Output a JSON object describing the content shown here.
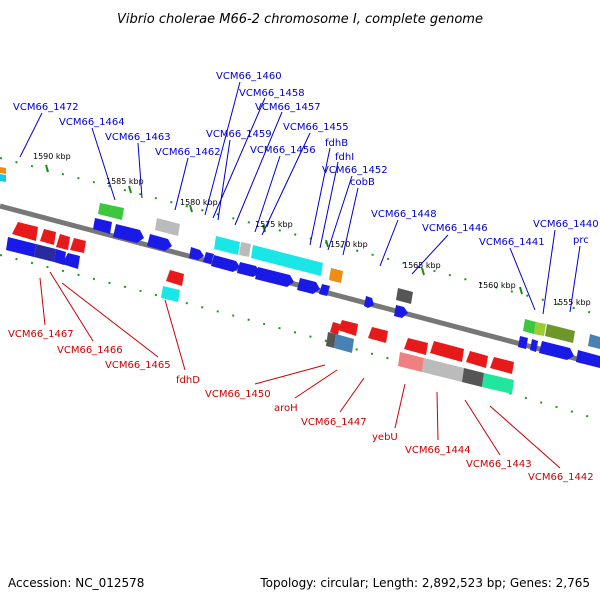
{
  "title": "Vibrio cholerae M66-2 chromosome I, complete genome",
  "accession": "Accession: NC_012578",
  "topology": "Topology: circular; Length: 2,892,523 bp; Genes: 2,765",
  "scale_labels": [
    "1590 kbp",
    "1585 kbp",
    "1580 kbp",
    "1575 kbp",
    "1570 kbp",
    "1565 kbp",
    "1560 kbp",
    "1555 kbp"
  ],
  "forward_labels": [
    "VCM66_1472",
    "VCM66_1464",
    "VCM66_1463",
    "VCM66_1462",
    "VCM66_1460",
    "VCM66_1458",
    "VCM66_1459",
    "VCM66_1457",
    "VCM66_1456",
    "VCM66_1455",
    "fdhB",
    "fdhI",
    "VCM66_1452",
    "cobB",
    "VCM66_1448",
    "VCM66_1446",
    "VCM66_1441",
    "VCM66_1440",
    "prc"
  ],
  "reverse_labels": [
    "VCM66_1467",
    "VCM66_1466",
    "VCM66_1465",
    "fdhD",
    "VCM66_1450",
    "aroH",
    "VCM66_1447",
    "yebU",
    "VCM66_1444",
    "VCM66_1443",
    "VCM66_1442"
  ],
  "colors": {
    "forward_label": "#0000cc",
    "reverse_label": "#cc0000",
    "backbone": "#777777",
    "cds_blue": "#1a1ae6",
    "cds_red": "#e61a1a",
    "cds_cyan": "#19e6e6",
    "cds_green": "#3cc83c",
    "cds_gray": "#bbbbbb",
    "cds_orange": "#f08c14",
    "cds_olive": "#6e9628",
    "cds_salmon": "#f08080",
    "cds_teal": "#20e6a0",
    "cds_steel": "#4682b4",
    "cds_dark": "#555555"
  }
}
